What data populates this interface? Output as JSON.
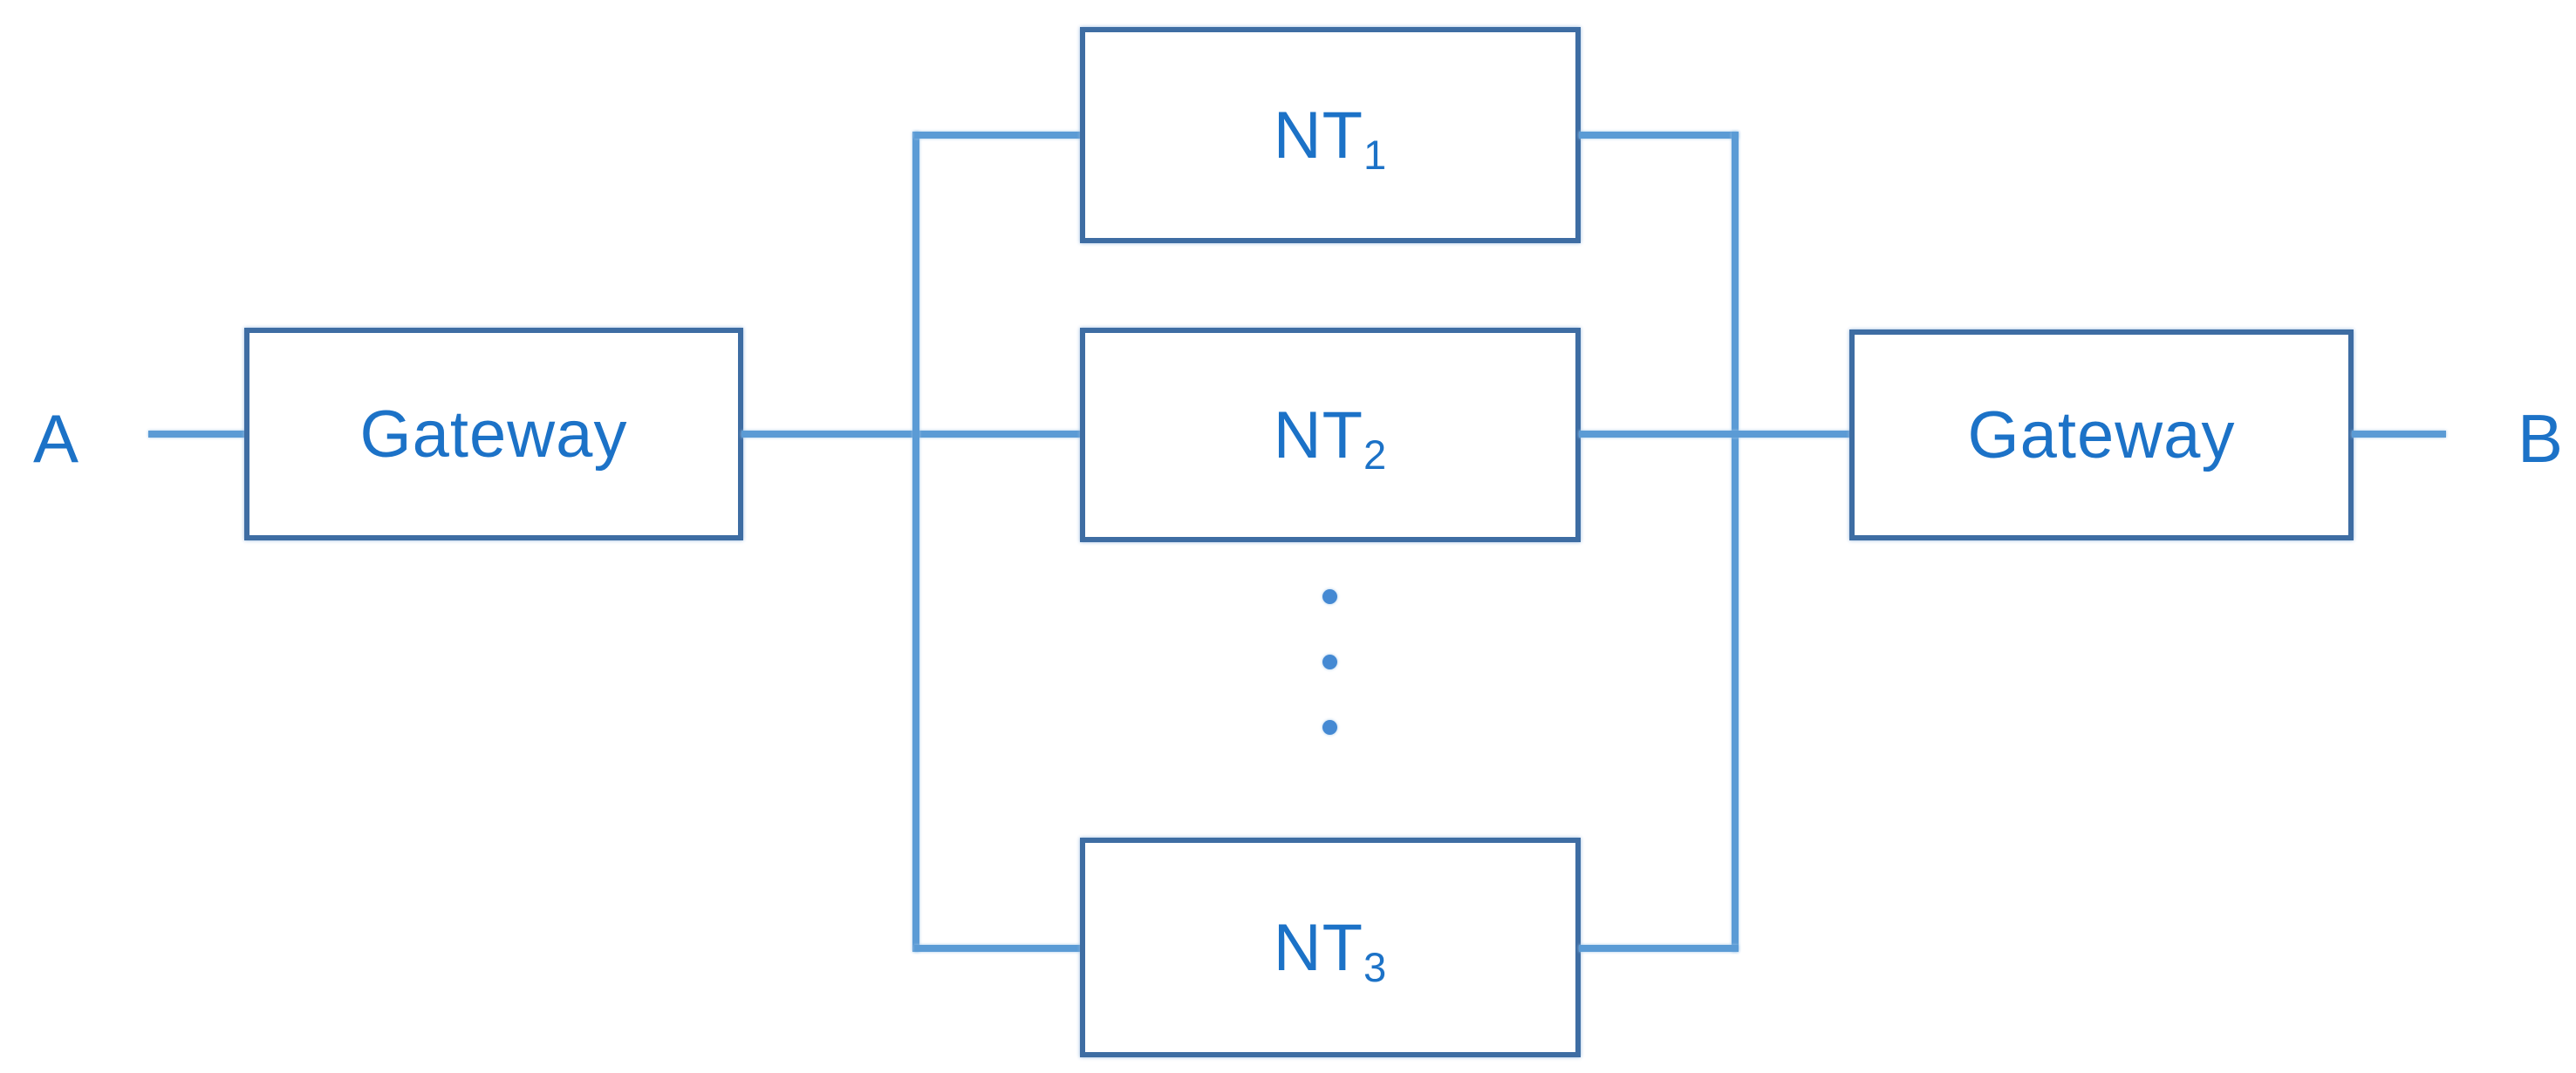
{
  "diagram": {
    "type": "parallel-network-block-diagram",
    "endpoint_labels": {
      "left": "A",
      "right": "B"
    },
    "gateways": {
      "left": "Gateway",
      "right": "Gateway"
    },
    "nt_nodes": [
      {
        "base": "NT",
        "sub": "1"
      },
      {
        "base": "NT",
        "sub": "2"
      },
      {
        "base": "NT",
        "sub": "3"
      }
    ],
    "ellipsis_dot_count": 3,
    "colors": {
      "box_border": "#3e6da3",
      "label_text": "#1c72c7",
      "connector": "#5b9bd5",
      "dot": "#4489d3",
      "background": "#ffffff"
    }
  }
}
